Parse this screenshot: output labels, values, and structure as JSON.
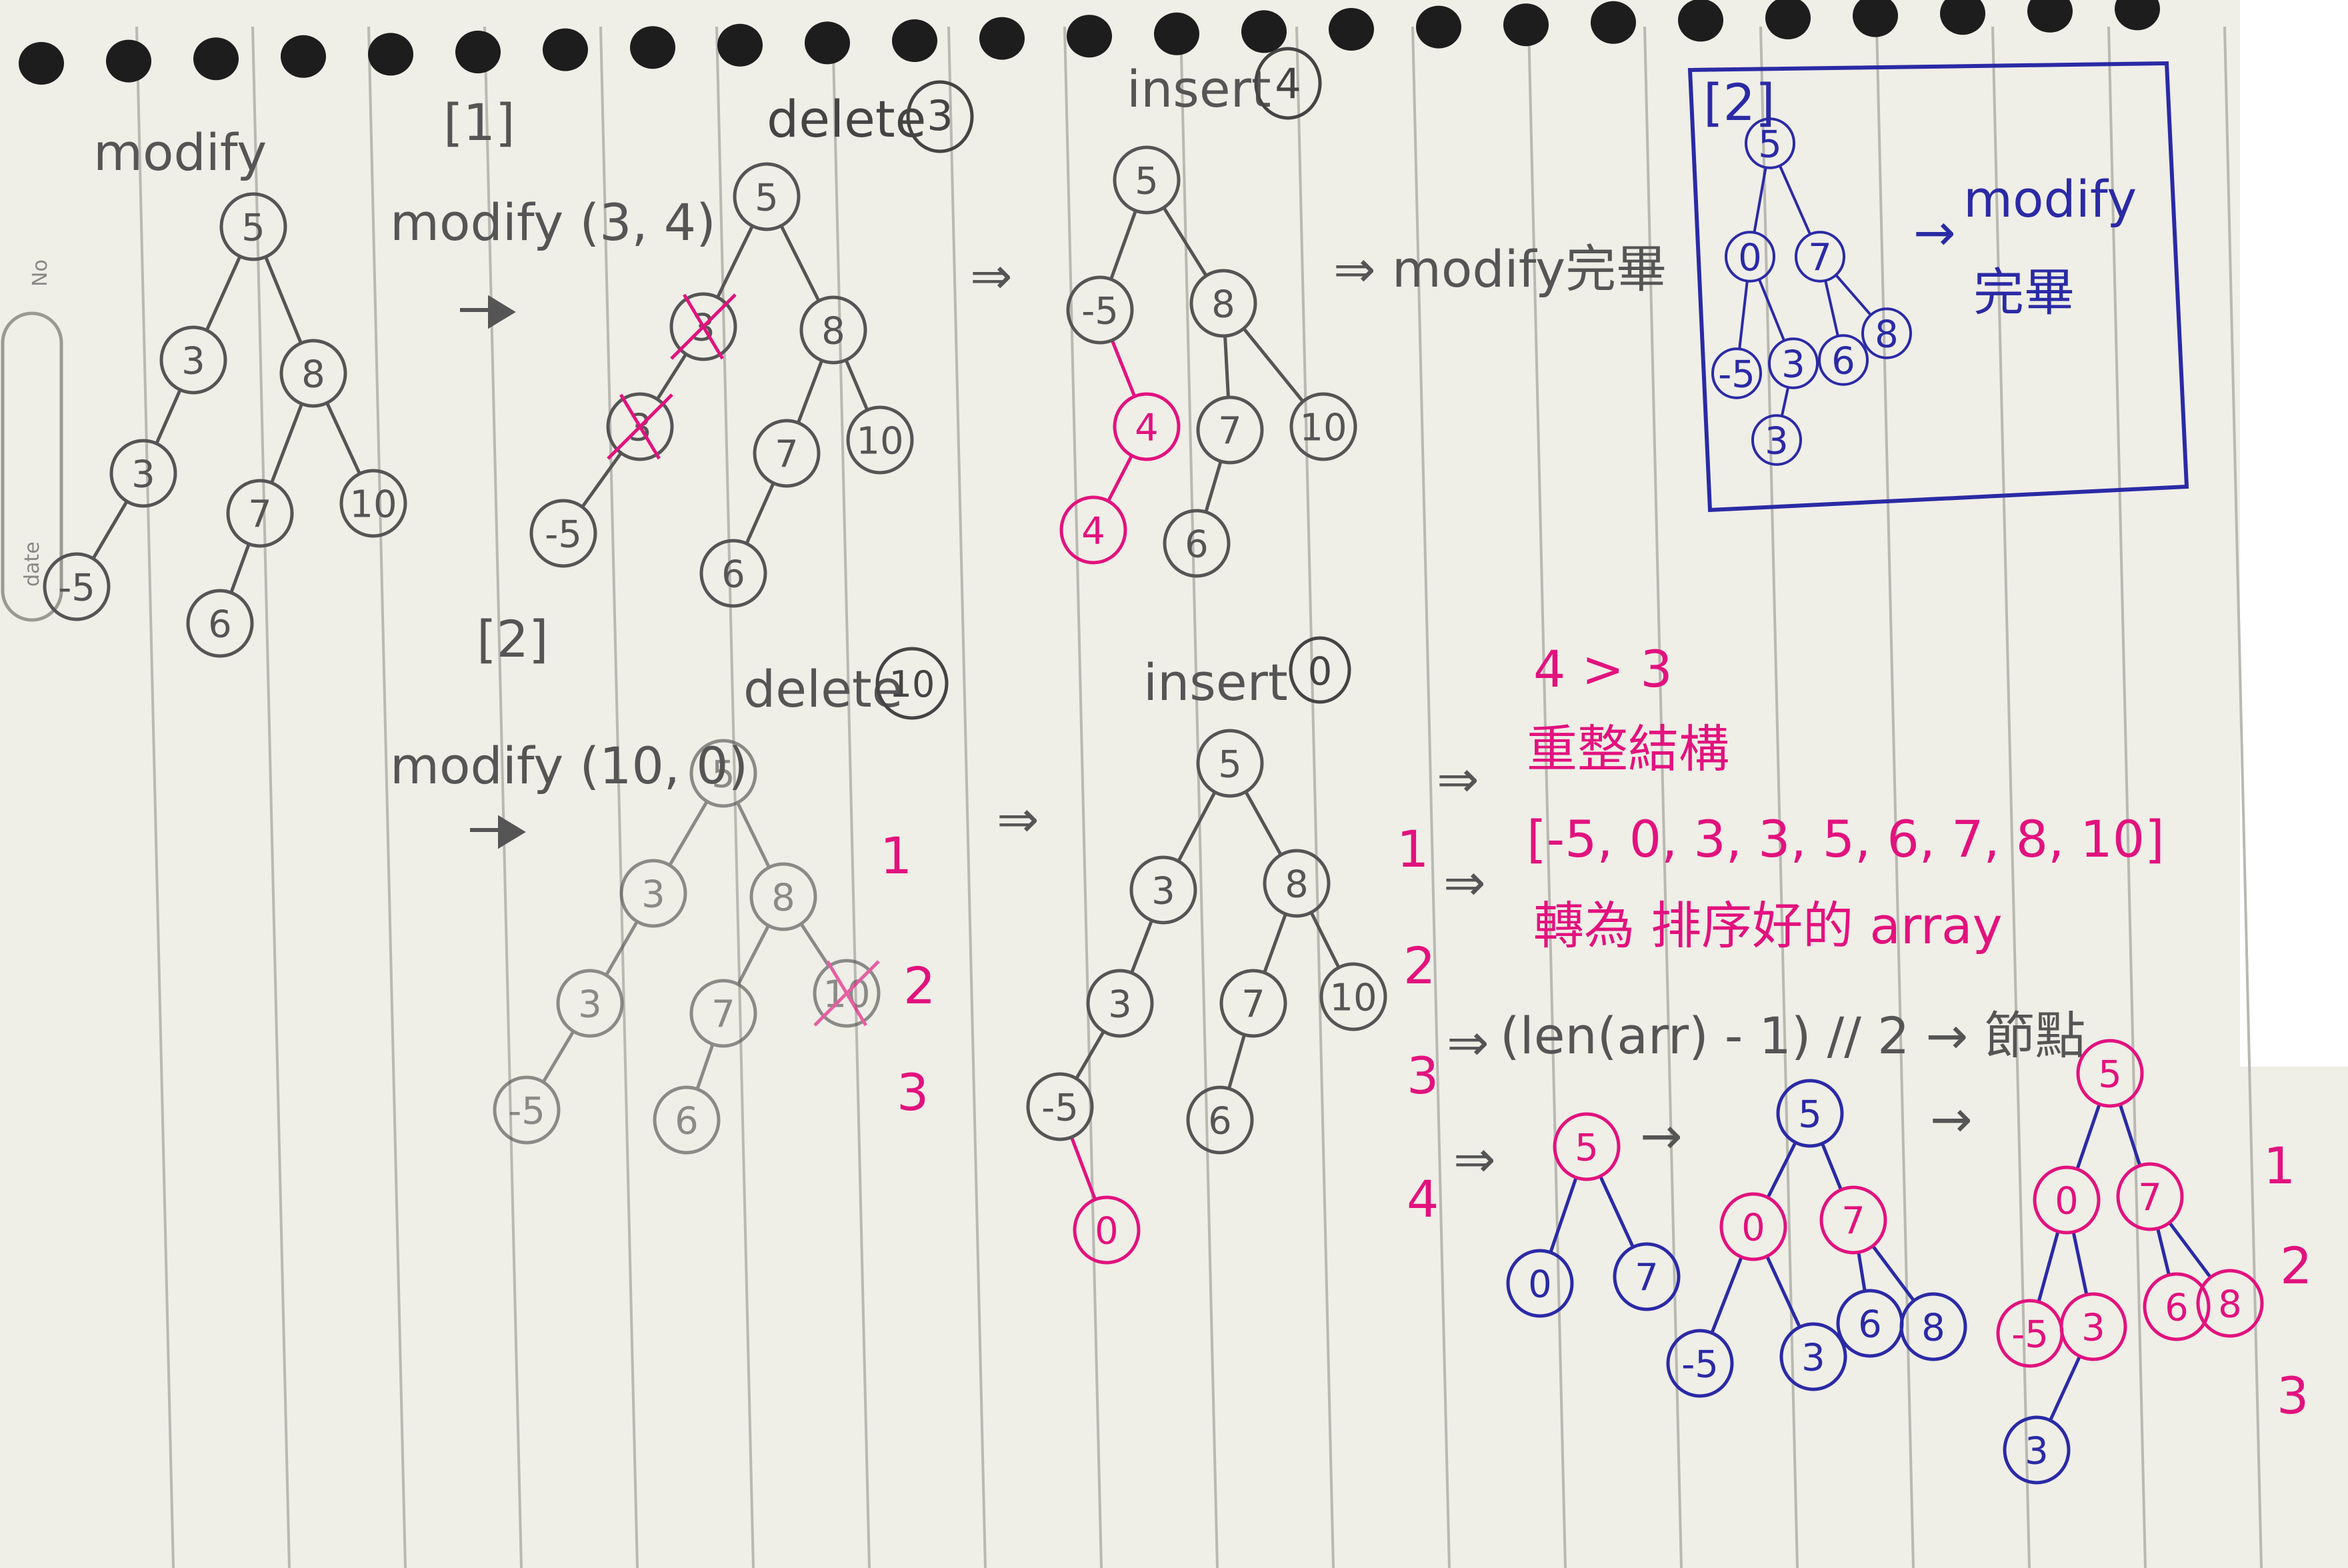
{
  "colors": {
    "paper": "#efeee7",
    "rule": "#b9b9b2",
    "pencil": "#555555",
    "pink": "#e2127e",
    "blue": "#2a2aa6"
  },
  "labels": {
    "modify_title": "modify",
    "step1_tag": "[1]",
    "step1_call": "modify (3, 4)",
    "step1_delete": "delete",
    "step1_delete_num": "3",
    "step1_insert": "insert",
    "step1_insert_num": "4",
    "step1_done": "⇒ modify完畢",
    "step2_tag": "[2]",
    "step2_call": "modify (10, 0)",
    "step2_delete": "delete",
    "step2_delete_num": "10",
    "step2_insert": "insert",
    "step2_insert_num": "0",
    "cond": "4 > 3",
    "rebuild": "重整結構",
    "array": "[-5, 0, 3, 3, 5, 6, 7, 8, 10]",
    "sorted": "轉為 排序好的 array",
    "mid": "(len(arr) - 1) // 2 → 節點",
    "box_tag": "[2]",
    "box_text1": "modify",
    "box_text2": "完畢",
    "side_no": "No",
    "side_date": "date",
    "arrow_ds": "⇒",
    "arrow": "→",
    "num1": "1",
    "num2": "2",
    "num3": "3",
    "num4": "4"
  },
  "trees": {
    "t1": [
      "5",
      "3",
      "8",
      "3",
      "7",
      "10",
      "-5",
      "6"
    ],
    "t2": [
      "5",
      "3",
      "8",
      "3",
      "7",
      "10",
      "-5",
      "6"
    ],
    "t3": [
      "5",
      "-5",
      "8",
      "4",
      "7",
      "10",
      "4",
      "6"
    ],
    "t4": [
      "5",
      "3",
      "8",
      "3",
      "7",
      "10",
      "-5",
      "6"
    ],
    "t5": [
      "5",
      "3",
      "8",
      "3",
      "7",
      "10",
      "-5",
      "6",
      "0"
    ],
    "t6": [
      "5",
      "0",
      "7"
    ],
    "t7": [
      "5",
      "0",
      "7",
      "-5",
      "3",
      "6",
      "8"
    ],
    "t8": [
      "5",
      "0",
      "7",
      "-5",
      "3",
      "6",
      "8",
      "3"
    ],
    "box": [
      "5",
      "0",
      "7",
      "-5",
      "3",
      "6",
      "8",
      "3"
    ]
  }
}
